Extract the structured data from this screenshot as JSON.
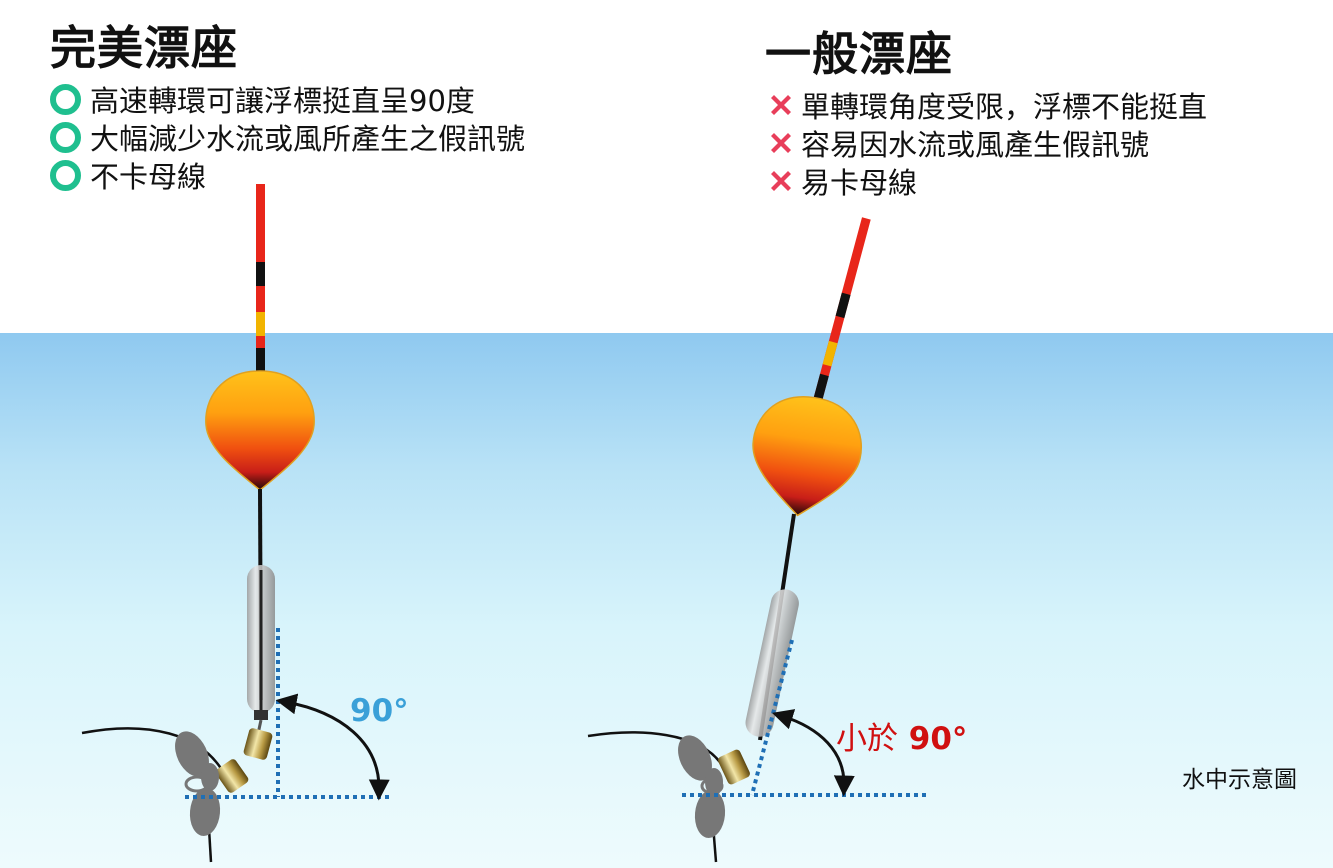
{
  "left": {
    "title": "完美漂座",
    "items": [
      "高速轉環可讓浮標挺直呈90度",
      "大幅減少水流或風所產生之假訊號",
      "不卡母線"
    ],
    "angle_label": "90°",
    "angle_degrees": 90
  },
  "right": {
    "title": "一般漂座",
    "items": [
      "單轉環角度受限，浮標不能挺直",
      "容易因水流或風產生假訊號",
      "易卡母線"
    ],
    "angle_prefix": "小於",
    "angle_value": "90°"
  },
  "caption": "水中示意圖",
  "colors": {
    "good": "#1fbf8f",
    "bad": "#e83e5a",
    "angle_blue": "#3aa0d8",
    "angle_red": "#d01010",
    "dotted": "#1f6fb5"
  },
  "icons": {
    "good": "ring-icon",
    "bad": "cross-icon"
  }
}
